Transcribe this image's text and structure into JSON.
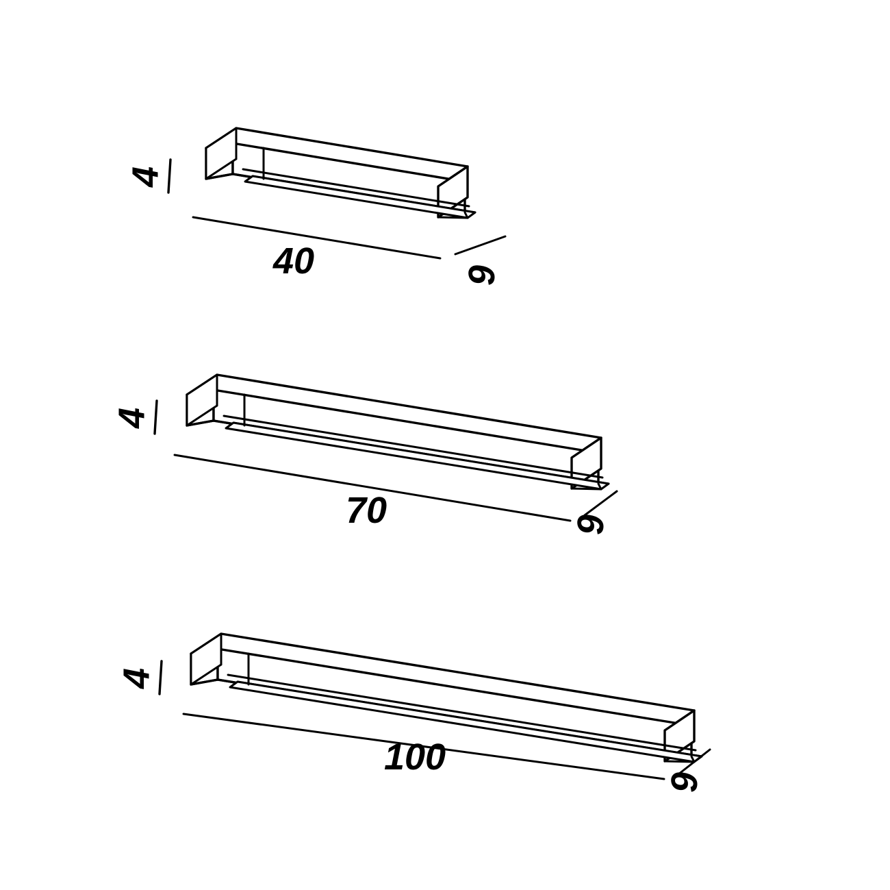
{
  "drawing": {
    "title": "Linear wall luminaire dimensional drawing",
    "background_color": "#ffffff",
    "line_color": "#000000",
    "projection": "isometric",
    "units": "cm",
    "variants": [
      {
        "id": "variant-40",
        "length_label": "40",
        "depth_label": "9",
        "height_label": "4"
      },
      {
        "id": "variant-70",
        "length_label": "70",
        "depth_label": "9",
        "height_label": "4"
      },
      {
        "id": "variant-100",
        "length_label": "100",
        "depth_label": "9",
        "height_label": "4"
      }
    ]
  }
}
